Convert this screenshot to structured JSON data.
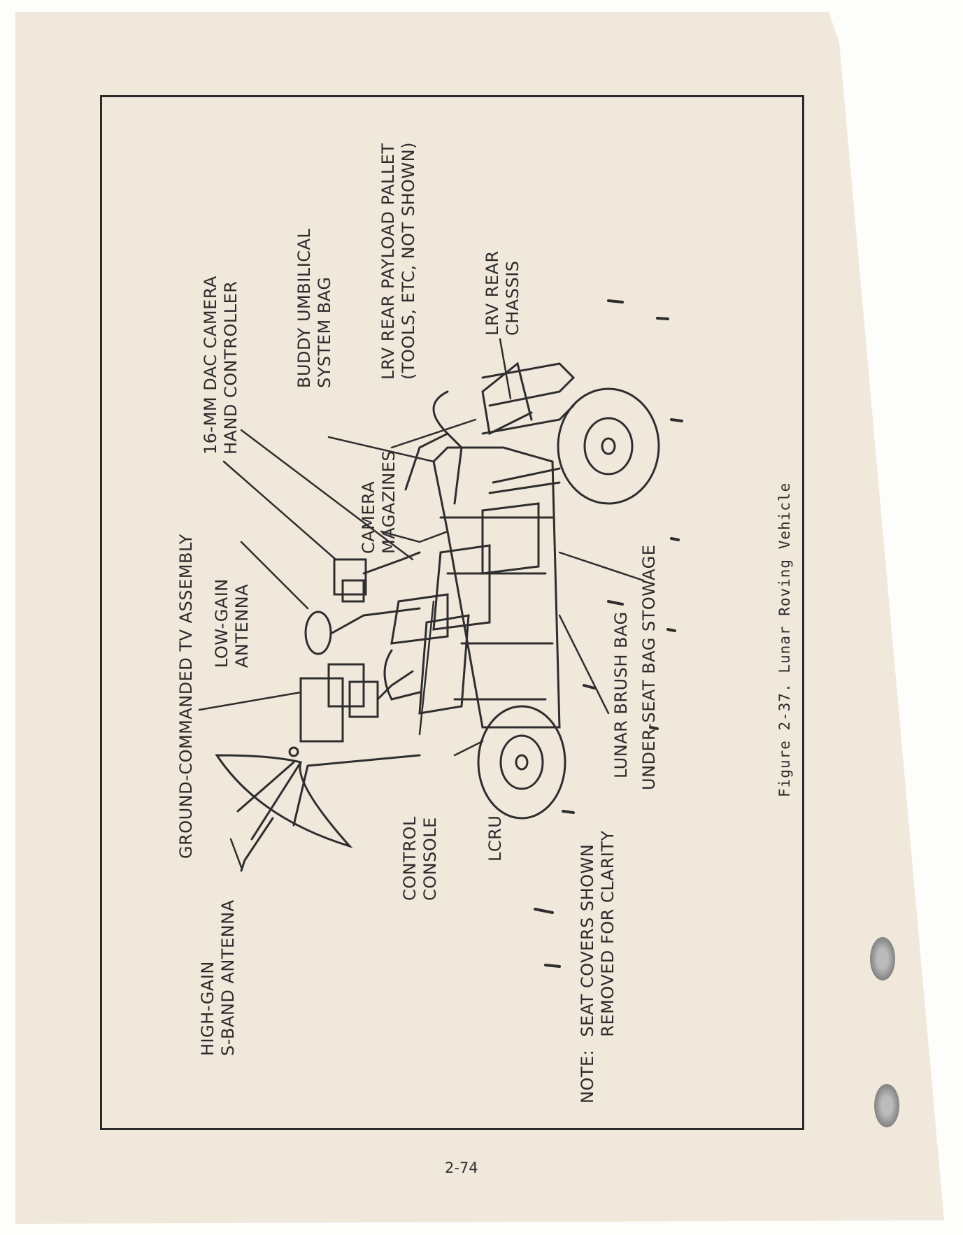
{
  "figure": {
    "caption": "Figure 2-37.  Lunar Roving Vehicle",
    "labels": {
      "note_prefix": "NOTE:",
      "note_line1": "SEAT COVERS SHOWN",
      "note_line2": "REMOVED FOR CLARITY",
      "high_gain_1": "HIGH-GAIN",
      "high_gain_2": "S-BAND ANTENNA",
      "tv_assembly": "GROUND-COMMANDED TV ASSEMBLY",
      "low_gain_1": "LOW-GAIN",
      "low_gain_2": "ANTENNA",
      "dac_camera_1": "16-MM DAC CAMERA",
      "dac_camera_2": "HAND CONTROLLER",
      "buddy_1": "BUDDY UMBILICAL",
      "buddy_2": "SYSTEM BAG",
      "pallet_1": "LRV REAR PAYLOAD PALLET",
      "pallet_2": "(TOOLS, ETC, NOT SHOWN)",
      "chassis_1": "LRV REAR",
      "chassis_2": "CHASSIS",
      "magazines_1": "CAMERA",
      "magazines_2": "MAGAZINES",
      "console_1": "CONTROL",
      "console_2": "CONSOLE",
      "lcru": "LCRU",
      "brush_bag": "LUNAR BRUSH BAG",
      "under_seat": "UNDER-SEAT BAG STOWAGE"
    }
  },
  "page": {
    "number": "2-74"
  },
  "colors": {
    "paper": "#f1e8dc",
    "ink": "#2b2b2b"
  }
}
